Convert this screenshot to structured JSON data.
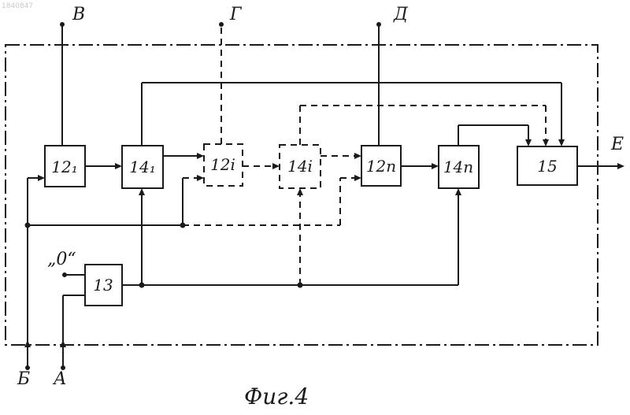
{
  "document_number": "1840847",
  "caption": "Фиг.4",
  "terminals": {
    "A": "А",
    "B": "Б",
    "V": "В",
    "G": "Г",
    "D": "Д",
    "E": "Е",
    "zero": "„0“"
  },
  "blocks": {
    "b12_1": "12₁",
    "b14_1": "14₁",
    "b12_i": "12i",
    "b14_i": "14i",
    "b12_n": "12n",
    "b14_n": "14n",
    "b15": "15",
    "b13": "13"
  },
  "colors": {
    "ink": "#1a1a1a",
    "paper": "#ffffff"
  }
}
